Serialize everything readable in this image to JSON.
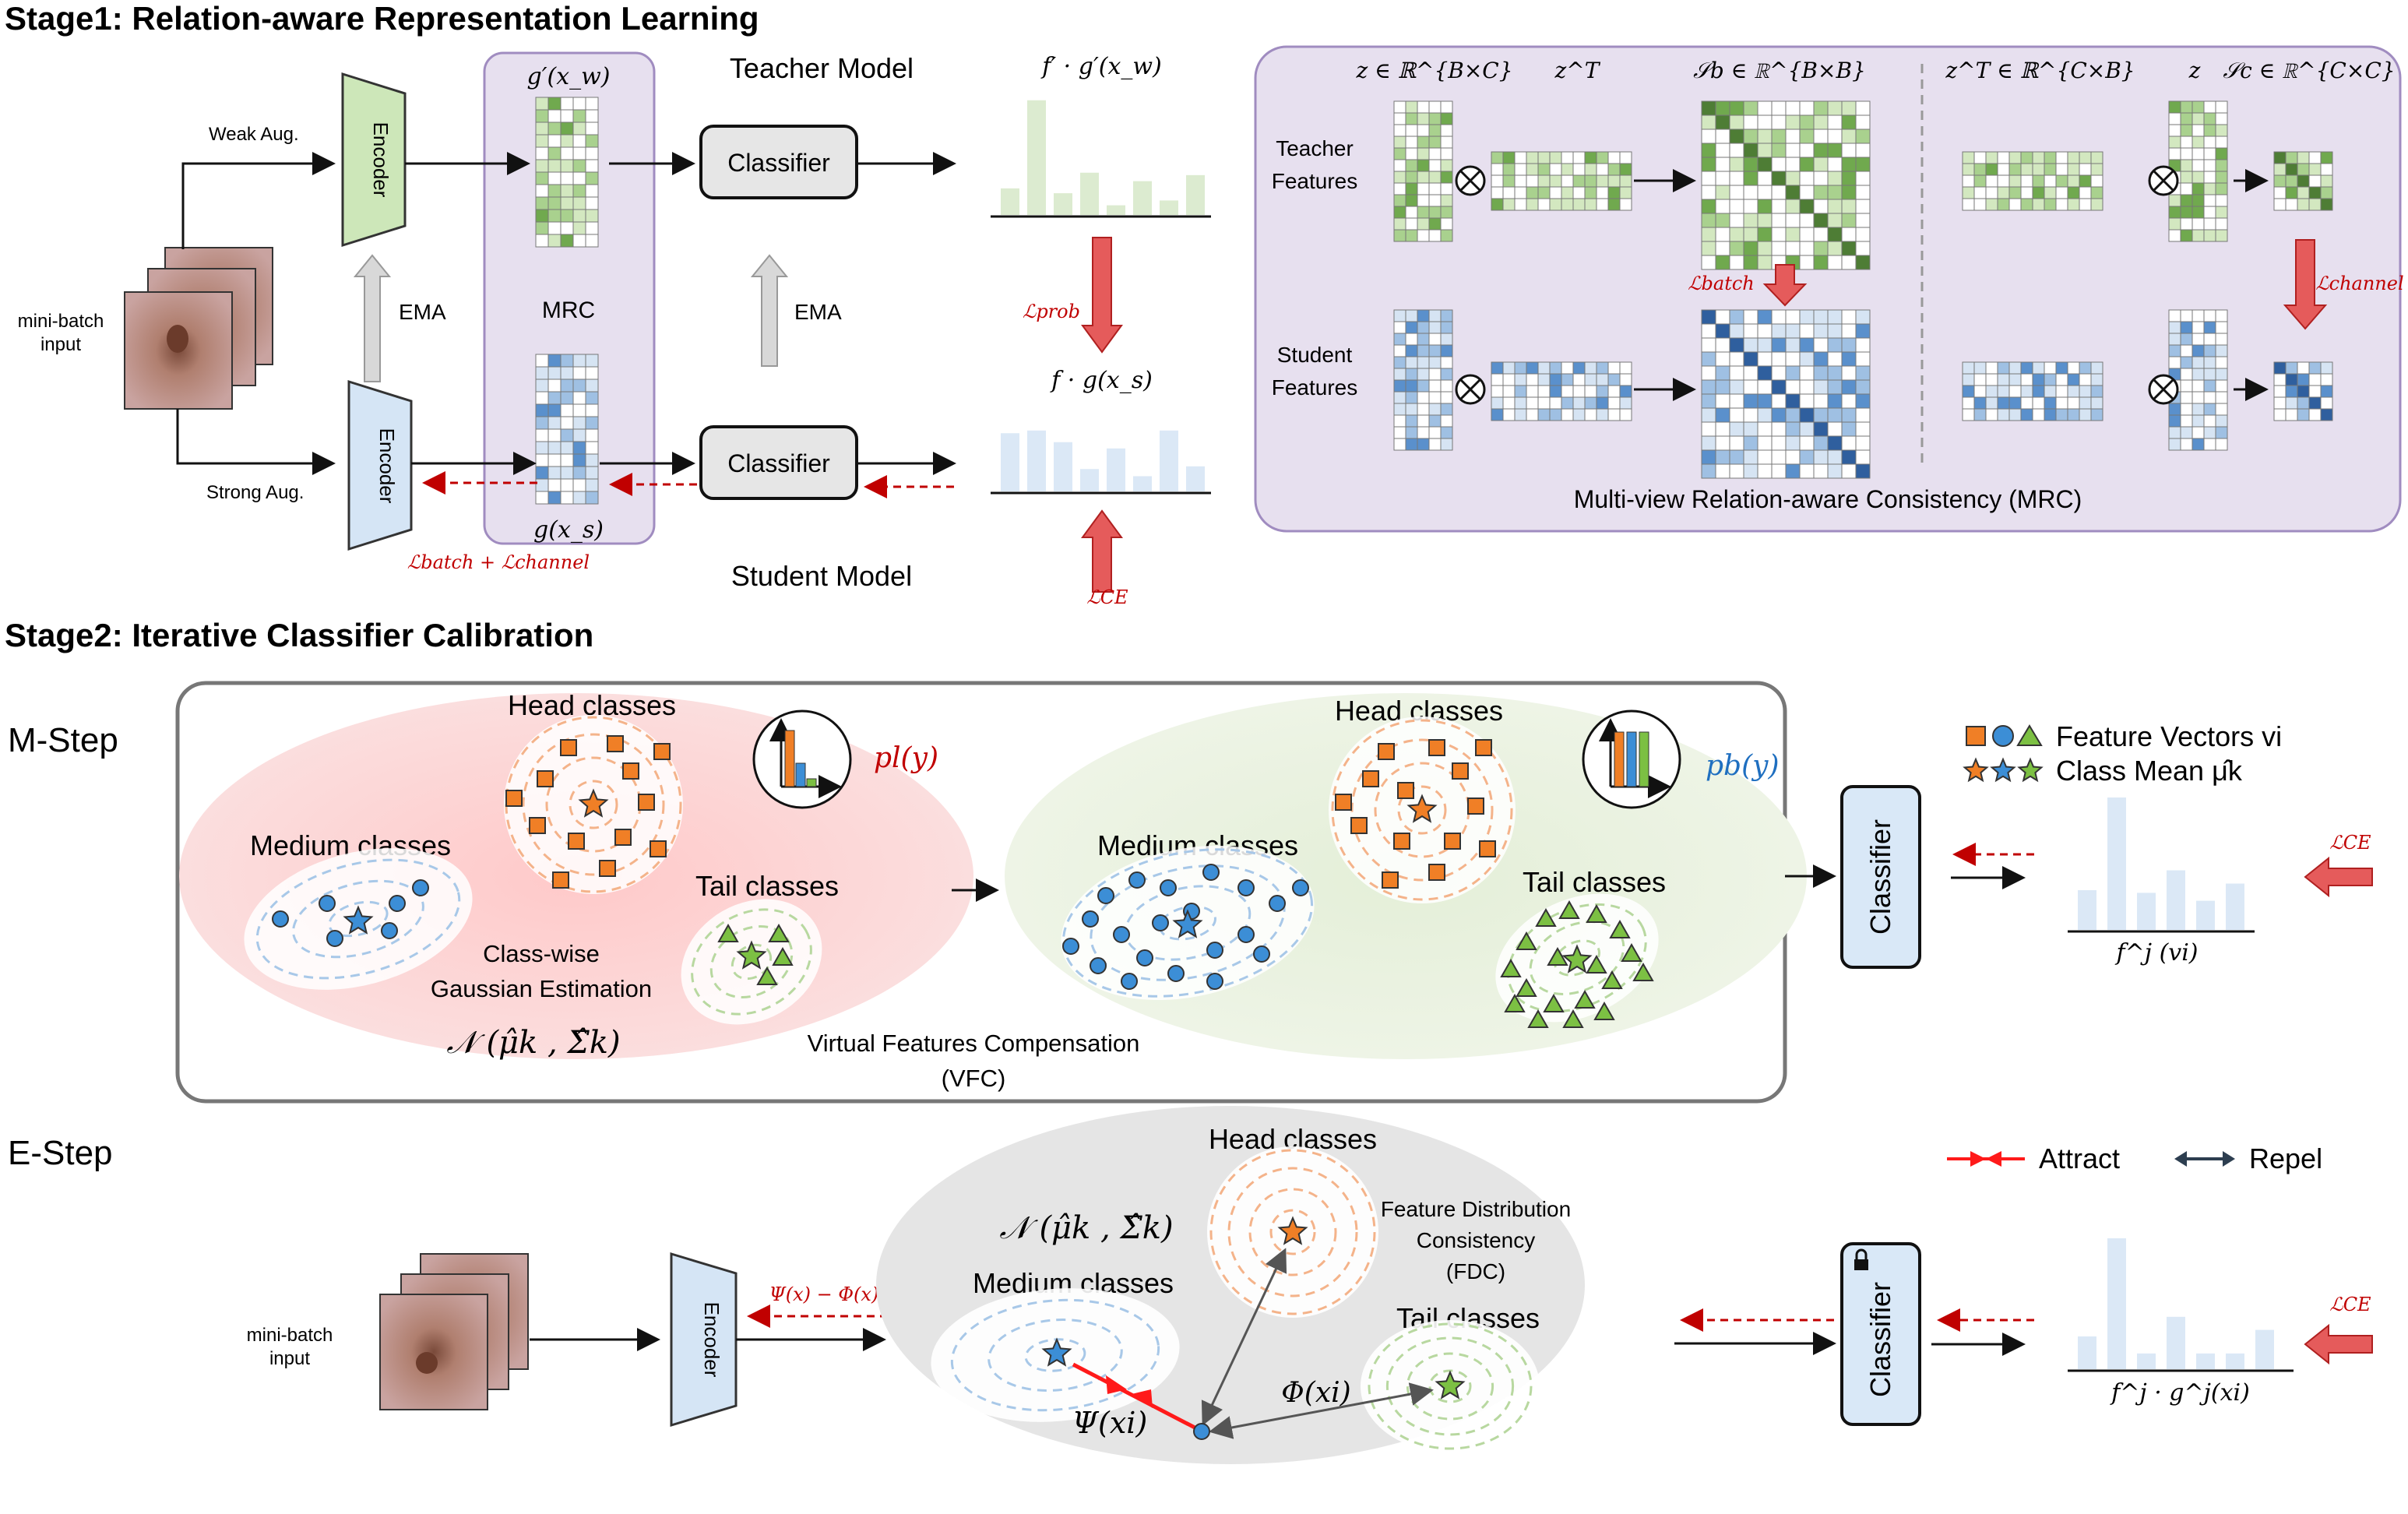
{
  "stage1": {
    "title": "Stage1: Relation-aware Representation Learning",
    "weak_aug": "Weak  Aug.",
    "strong_aug": "Strong Aug.",
    "mini_batch_input": [
      "mini-batch",
      "input"
    ],
    "encoder_top": "Encoder",
    "encoder_bottom": "Encoder",
    "ema_left": "EMA",
    "ema_right": "EMA",
    "mrc_label": "MRC",
    "g_prime_label": "g′(x_w)",
    "g_label": "g(x_s)",
    "teacher_model": "Teacher Model",
    "student_model": "Student Model",
    "classifier_top": "Classifier",
    "classifier_bottom": "Classifier",
    "f_prime_label": "f′ · g′(x_w)",
    "f_label": "f · g(x_s)",
    "loss_prob": "ℒprob",
    "loss_ce": "ℒCE",
    "loss_batch_channel": "ℒbatch + ℒchannel",
    "teacher_probs": [
      0.22,
      0.95,
      0.18,
      0.35,
      0.08,
      0.28,
      0.12,
      0.33
    ],
    "student_probs": [
      0.65,
      0.68,
      0.55,
      0.25,
      0.48,
      0.17,
      0.68,
      0.28
    ],
    "mrc_panel": {
      "z_label": "z ∈ ℝ^{B×C}",
      "zT_label": "z^T",
      "sb_label": "𝒮b ∈ ℝ^{B×B}",
      "zT2_label": "z^T ∈ ℝ^{C×B}",
      "z2_label": "z",
      "sc_label": "𝒮c ∈ ℝ^{C×C}",
      "teacher_features": [
        "Teacher",
        "Features"
      ],
      "student_features": [
        "Student",
        "Features"
      ],
      "loss_batch": "ℒbatch",
      "loss_channel": "ℒchannel",
      "caption": "Multi-view Relation-aware Consistency (MRC)"
    }
  },
  "stage2": {
    "title": "Stage2: Iterative Classifier Calibration",
    "m_step": "M-Step",
    "e_step": "E-Step",
    "head_classes": "Head classes",
    "medium_classes": "Medium classes",
    "tail_classes": "Tail classes",
    "classwise_1": "Class-wise",
    "classwise_2": "Gaussian Estimation",
    "gaussian": "𝒩 (μ̂k , Σ̂k)",
    "pl_label": "pl(y)",
    "pb_label": "pb(y)",
    "vfc_1": "Virtual Features Compensation",
    "vfc_2": "(VFC)",
    "legend_features": "Feature Vectors  vi",
    "legend_mean": "Class Mean  μ̂k",
    "classifier_m": "Classifier",
    "classifier_e": "Classifier",
    "loss_ce_m": "ℒCE",
    "loss_ce_e": "ℒCE",
    "fj_v": "f^j (vi)",
    "fj_g": "f^j · g^j(xi)",
    "mini_batch_input": [
      "mini-batch",
      "input"
    ],
    "encoder": "Encoder",
    "psi_phi": "Ψ(x) − Φ(x)",
    "fdc": [
      "Feature Distribution",
      "Consistency",
      "(FDC)"
    ],
    "phi_xi": "Φ(xi)",
    "psi_xi": "Ψ(xi)",
    "attract": "Attract",
    "repel": "Repel",
    "m_bars": [
      0.3,
      1.0,
      0.28,
      0.45,
      0.22,
      0.35
    ],
    "e_bars": [
      0.25,
      1.0,
      0.12,
      0.4,
      0.12,
      0.12,
      0.3
    ],
    "colors": {
      "orange": "#f07f26",
      "blue": "#3c8ed6",
      "green": "#7cc043",
      "red_loss": "#e55b5b",
      "purple_bg": "#ece6f2",
      "purple_border": "#a08cc0"
    }
  }
}
